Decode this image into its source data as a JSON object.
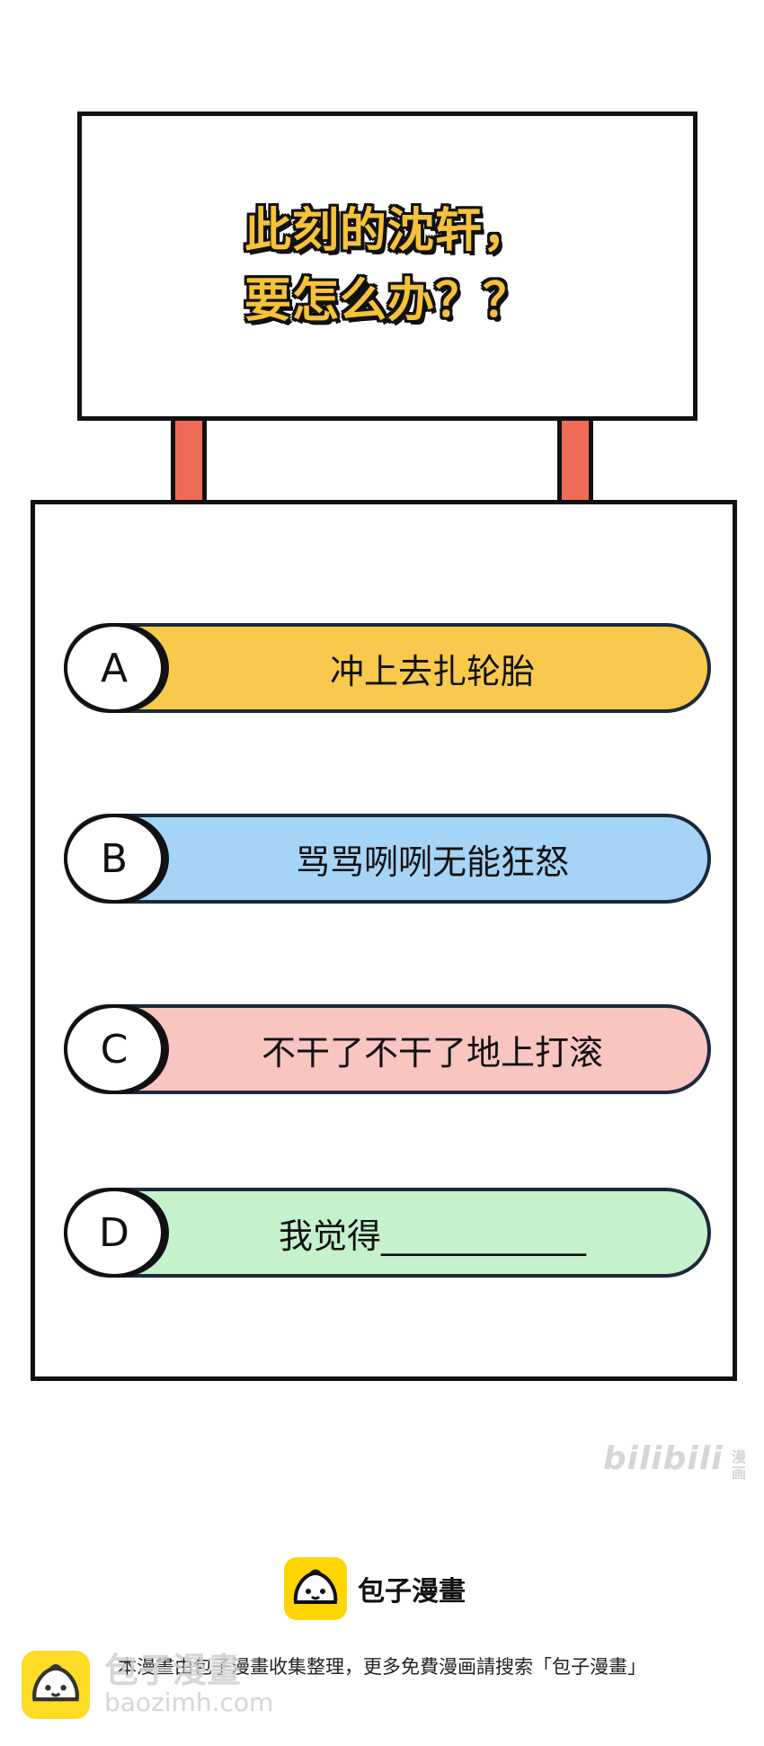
{
  "sign": {
    "title_line1": "此刻的沈轩，",
    "title_line2": "要怎么办？？"
  },
  "options": [
    {
      "letter": "A",
      "text": "冲上去扎轮胎",
      "color": "#f8c94d"
    },
    {
      "letter": "B",
      "text": "骂骂咧咧无能狂怒",
      "color": "#a6d4f7"
    },
    {
      "letter": "C",
      "text": "不干了不干了地上打滚",
      "color": "#f9c5c0"
    },
    {
      "letter": "D",
      "text": "我觉得____________",
      "color": "#c5f1cc"
    }
  ],
  "watermark": {
    "text": "bilibili",
    "suffix": "漫画"
  },
  "footer": {
    "logo_name": "包子漫畫",
    "notice": "本漫畫由包子漫畫收集整理，更多免費漫画請搜索「包子漫畫」",
    "corner_name": "包子漫畫",
    "corner_url": "baozimh.com"
  },
  "icons": {
    "logo": "bun-icon"
  }
}
